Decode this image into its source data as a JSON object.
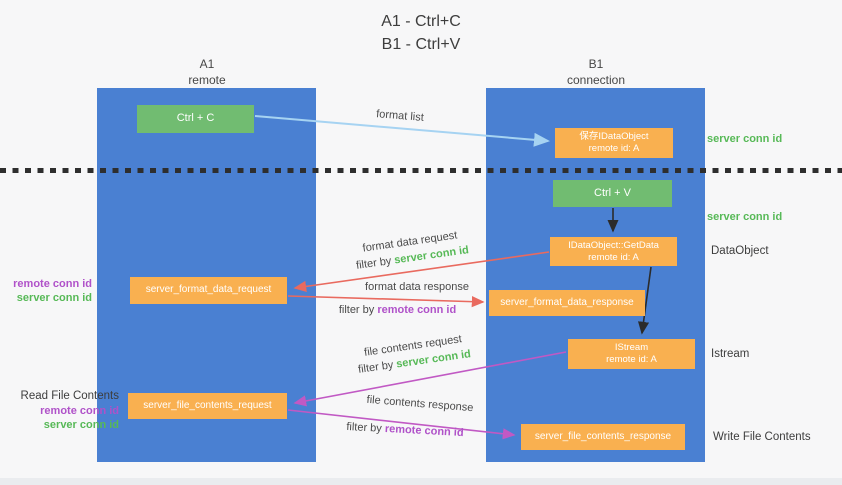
{
  "title": {
    "line1": "A1 - Ctrl+C",
    "line2": "B1 - Ctrl+V"
  },
  "columns": {
    "a": {
      "name": "A1",
      "role": "remote"
    },
    "b": {
      "name": "B1",
      "role": "connection"
    }
  },
  "nodes": {
    "ctrl_c": {
      "label": "Ctrl + C"
    },
    "save_idataobject": {
      "line1": "保存IDataObject",
      "line2": "remote id: A"
    },
    "ctrl_v": {
      "label": "Ctrl + V"
    },
    "getdata": {
      "line1": "IDataObject::GetData",
      "line2": "remote id: A"
    },
    "format_request": {
      "label": "server_format_data_request"
    },
    "format_response": {
      "label": "server_format_data_response"
    },
    "istream": {
      "line1": "IStream",
      "line2": "remote id: A"
    },
    "file_request": {
      "label": "server_file_contents_request"
    },
    "file_response": {
      "label": "server_file_contents_response"
    }
  },
  "side_labels": {
    "server_conn_id_top": "server conn id",
    "server_conn_id_mid": "server conn id",
    "dataobject": "DataObject",
    "istream": "Istream",
    "write_file_contents": "Write File Contents",
    "read_file_contents": "Read File Contents",
    "left_top": {
      "remote": "remote conn id",
      "server": "server conn id"
    },
    "left_bottom": {
      "remote": "remote conn id",
      "server": "server conn id"
    }
  },
  "arrow_labels": {
    "format_list": "format list",
    "format_data_request": "format data request",
    "format_data_request_filter": {
      "prefix": "filter by ",
      "value": "server conn id"
    },
    "format_data_response": "format data response",
    "format_data_response_filter": {
      "prefix": "filter by ",
      "value": "remote conn id"
    },
    "file_contents_request": "file contents request",
    "file_contents_request_filter": {
      "prefix": "filter by ",
      "value": "server conn id"
    },
    "file_contents_response": "file contents response",
    "file_contents_response_filter": {
      "prefix": "filter by ",
      "value": "remote conn id"
    }
  },
  "colors": {
    "column_blue": "#4a80d2",
    "node_green": "#71bc71",
    "node_orange": "#f9b050",
    "arrow_light_blue": "#a6d3f2",
    "arrow_red": "#e96a5f",
    "arrow_magenta": "#c159c4",
    "arrow_black": "#2b2b2b",
    "label_green": "#57b957",
    "label_purple": "#b052c9",
    "text_dark": "#3d3d3d"
  }
}
